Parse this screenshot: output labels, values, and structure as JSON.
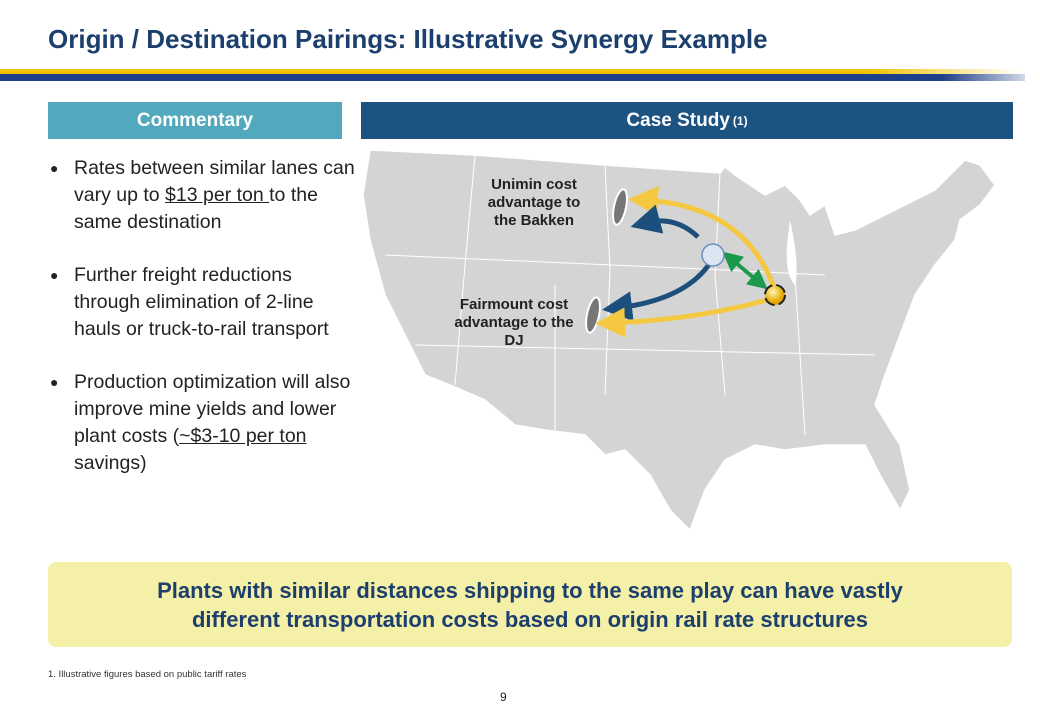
{
  "title": "Origin / Destination Pairings: Illustrative Synergy Example",
  "headers": {
    "commentary": "Commentary",
    "case_study": "Case Study",
    "case_study_note": "(1)"
  },
  "bullets": [
    {
      "pre": "Rates between similar lanes can vary up to ",
      "u": "$13 per ton ",
      "post": "to the same destination"
    },
    {
      "pre": "Further freight reductions through elimination of 2-line hauls or truck-to-rail transport",
      "u": "",
      "post": ""
    },
    {
      "pre": "Production optimization will also improve mine yields and lower plant costs (",
      "u": "~$3-10 per ton ",
      "post": "savings)"
    }
  ],
  "map": {
    "label_unimin": "Unimin cost advantage to the Bakken",
    "label_fairmount": "Fairmount cost advantage to the DJ",
    "colors": {
      "unimin": "#1c4f7c",
      "fairmount": "#f5c842",
      "link": "#1a9a4a",
      "land": "#d4d4d4"
    }
  },
  "callout": "Plants with similar distances shipping to the same play can have vastly different transportation costs based on origin rail rate structures",
  "footnote": "1.  Illustrative figures based on public tariff rates",
  "page_number": "9"
}
